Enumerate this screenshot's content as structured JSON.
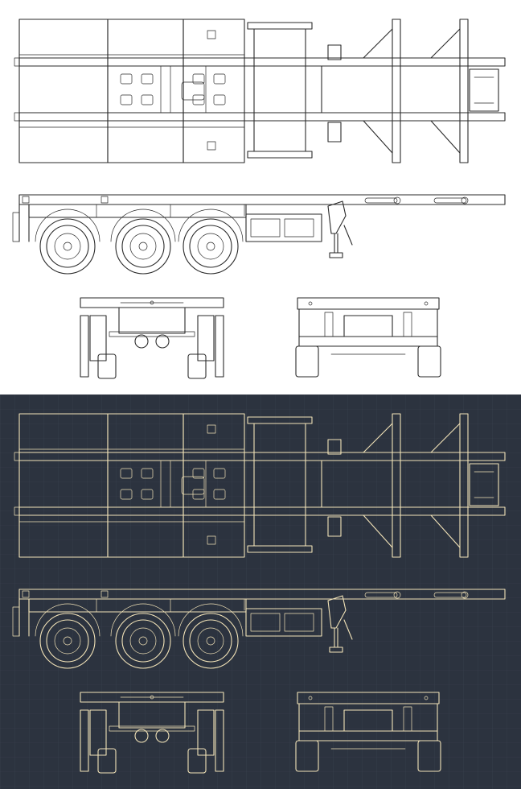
{
  "colors": {
    "light_background": "#ffffff",
    "light_line": "#2a2a2a",
    "dark_background": "#2c333f",
    "dark_line": "#f2e3b8",
    "dark_grid": "#3a4250"
  },
  "panels": [
    {
      "name": "panel-light",
      "style": "black lines on white",
      "views": [
        "top-view",
        "side-view",
        "rear-view",
        "front-view"
      ]
    },
    {
      "name": "panel-dark",
      "style": "cream lines on dark blueprint grid",
      "views": [
        "top-view",
        "side-view",
        "rear-view",
        "front-view"
      ]
    }
  ],
  "subject": {
    "axles": 3,
    "wheels_per_side": 3
  }
}
